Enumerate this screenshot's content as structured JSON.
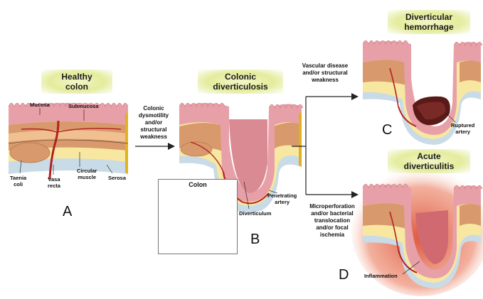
{
  "headers": {
    "healthy": [
      "Healthy",
      "colon"
    ],
    "diverticulosis": [
      "Colonic",
      "diverticulosis"
    ],
    "hemorrhage": [
      "Diverticular",
      "hemorrhage"
    ],
    "diverticulitis": [
      "Acute",
      "diverticulitis"
    ]
  },
  "labels": {
    "mucosa": "Mucosa",
    "submucosa": "Submucosa",
    "taenia_coli": [
      "Taenia",
      "coli"
    ],
    "vasa_recta": [
      "Vasa",
      "recta"
    ],
    "circular_muscle": [
      "Circular",
      "muscle"
    ],
    "serosa": "Serosa",
    "penetrating_artery": [
      "Penetrating",
      "artery"
    ],
    "diverticulum": "Diverticulum",
    "ruptured_artery": [
      "Ruptured",
      "artery"
    ],
    "inflammation": "Inflammation",
    "colon_inset_title": "Colon"
  },
  "flow_text": {
    "dysmotility": [
      "Colonic",
      "dysmotility",
      "and/or",
      "structural",
      "weakness"
    ],
    "vascular": [
      "Vascular disease",
      "and/or structural",
      "weakness"
    ],
    "micro": [
      "Microperforation",
      "and/or bacterial",
      "translocation",
      "and/or focal",
      "ischemia"
    ]
  },
  "panel_letters": {
    "a": "A",
    "b": "B",
    "c": "C",
    "d": "D"
  },
  "colors": {
    "mucosa_pink": "#e8a0a8",
    "submucosa_yellow": "#f7e7a0",
    "muscle_brown": "#d89a6c",
    "serosa_blue": "#c9dbe6",
    "artery_red": "#b32020",
    "header_green": "#e4ec9c",
    "inflammation_red": "#d9442a"
  }
}
